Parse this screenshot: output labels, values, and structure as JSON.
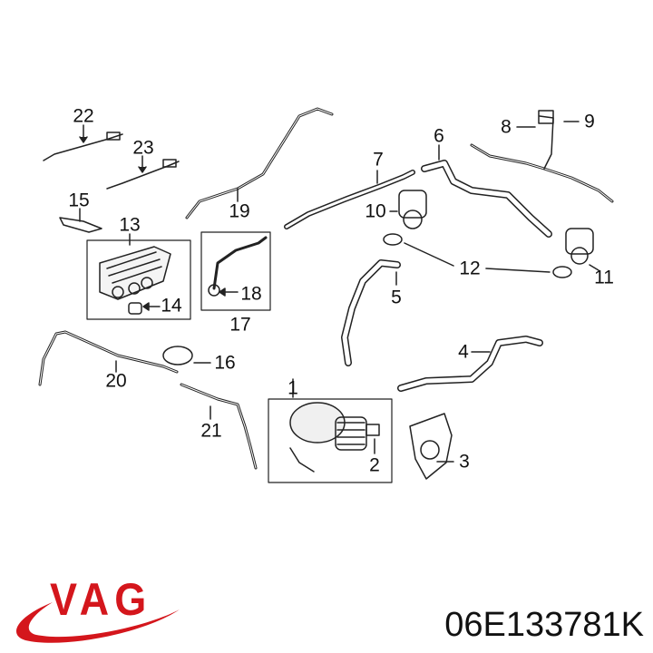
{
  "brand": {
    "logo_text": "VAG",
    "color": "#d4161c"
  },
  "part_number": "06E133781K",
  "callouts": [
    {
      "id": "22",
      "text": "22"
    },
    {
      "id": "23",
      "text": "23"
    },
    {
      "id": "15",
      "text": "15"
    },
    {
      "id": "13",
      "text": "13"
    },
    {
      "id": "14",
      "text": "14"
    },
    {
      "id": "19",
      "text": "19"
    },
    {
      "id": "18",
      "text": "18"
    },
    {
      "id": "17",
      "text": "17"
    },
    {
      "id": "7",
      "text": "7"
    },
    {
      "id": "6",
      "text": "6"
    },
    {
      "id": "8",
      "text": "8"
    },
    {
      "id": "9",
      "text": "9"
    },
    {
      "id": "10",
      "text": "10"
    },
    {
      "id": "12",
      "text": "12"
    },
    {
      "id": "11",
      "text": "11"
    },
    {
      "id": "5",
      "text": "5"
    },
    {
      "id": "4",
      "text": "4"
    },
    {
      "id": "20",
      "text": "20"
    },
    {
      "id": "16",
      "text": "16"
    },
    {
      "id": "21",
      "text": "21"
    },
    {
      "id": "1",
      "text": "1"
    },
    {
      "id": "2",
      "text": "2"
    },
    {
      "id": "3",
      "text": "3"
    }
  ]
}
